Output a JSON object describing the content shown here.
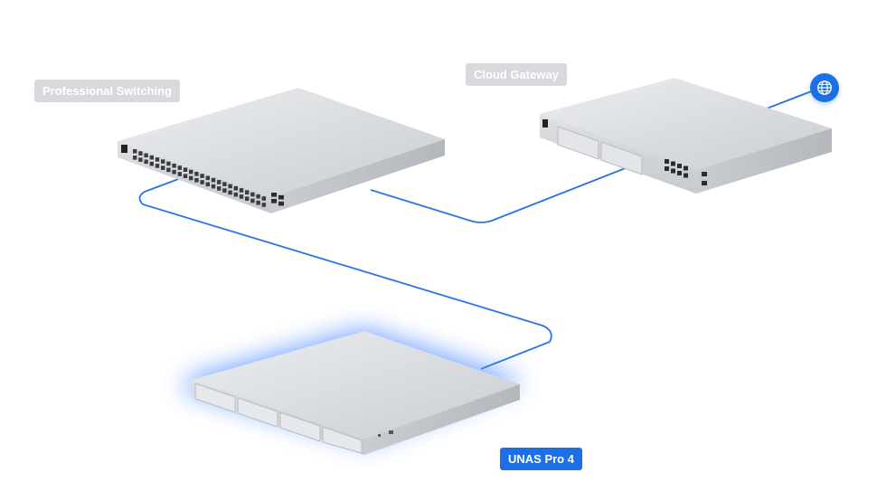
{
  "labels": {
    "switch": "Professional Switching",
    "gateway": "Cloud Gateway",
    "nas": "UNAS Pro 4"
  },
  "colors": {
    "accent": "#1d6fe6",
    "cable": "#2b74e6",
    "muted_tag": "#d7d9dc",
    "glow": "#4f8dff"
  },
  "icons": {
    "internet": "globe-icon"
  },
  "selected_device": "nas"
}
